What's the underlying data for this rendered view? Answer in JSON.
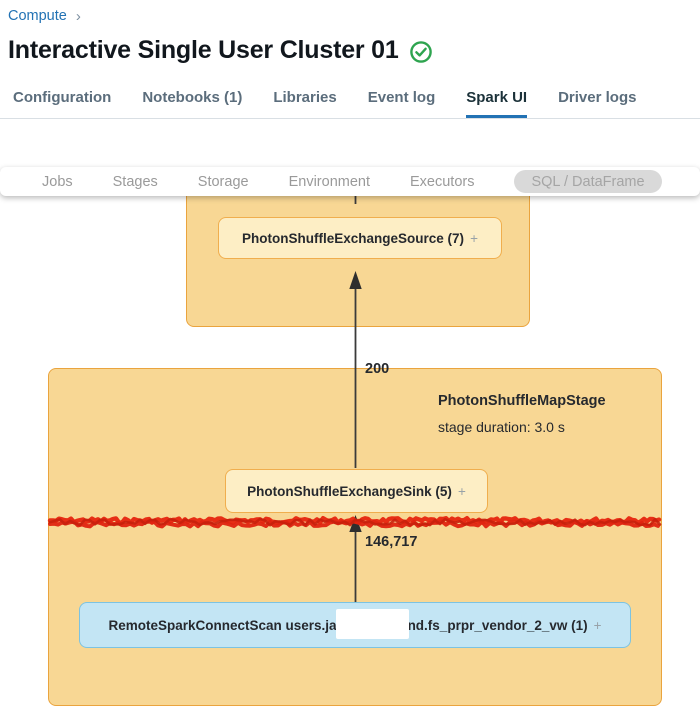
{
  "breadcrumb": {
    "label": "Compute",
    "separator": "›"
  },
  "header": {
    "title": "Interactive Single User Cluster 01",
    "status": "running"
  },
  "cluster_tabs": [
    {
      "label": "Configuration",
      "active": false
    },
    {
      "label": "Notebooks (1)",
      "active": false
    },
    {
      "label": "Libraries",
      "active": false
    },
    {
      "label": "Event log",
      "active": false
    },
    {
      "label": "Spark UI",
      "active": true
    },
    {
      "label": "Driver logs",
      "active": false
    }
  ],
  "spark_tabs": {
    "items": [
      "Jobs",
      "Stages",
      "Storage",
      "Environment",
      "Executors"
    ],
    "selected": "SQL / DataFrame"
  },
  "dag": {
    "map_stage": {
      "title": "PhotonShuffleMapStage",
      "subtitle": "stage duration: 3.0 s"
    },
    "edges": [
      {
        "label": "200"
      },
      {
        "label": "146,717"
      }
    ],
    "nodes": {
      "source": {
        "label": "PhotonShuffleExchangeSource (7)",
        "expand": "+"
      },
      "sink": {
        "label": "PhotonShuffleExchangeSink (5)",
        "expand": "+"
      },
      "scan": {
        "label_before": "RemoteSparkConnectScan users.ja",
        "label_after": "nd.fs_prpr_vendor_2_vw (1)",
        "expand": "+"
      }
    }
  },
  "colors": {
    "accent_blue": "#2272b4",
    "stage_fill": "#f8d794",
    "stage_border": "#eaa43e",
    "node_fill": "#fdeec5",
    "node_border": "#f0ae4e",
    "scan_fill": "#c3e5f4",
    "scan_border": "#7cc3e2",
    "redaction_red": "#e2230f",
    "status_green": "#2ea44f"
  }
}
